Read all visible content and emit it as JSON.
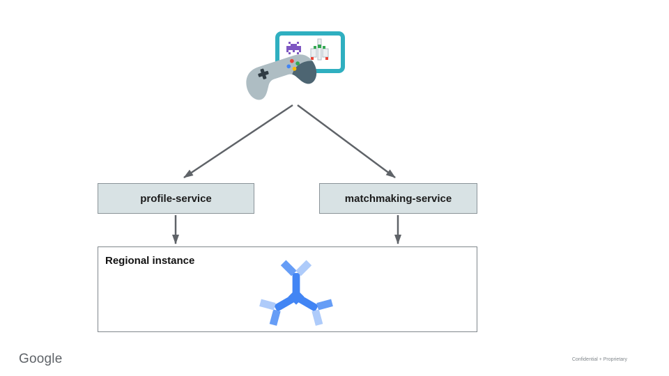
{
  "client": {
    "icon": "gamepad-with-game-screen",
    "screen_sprites": [
      "space-invader",
      "galaga-ship"
    ]
  },
  "services": [
    {
      "label": "profile-service"
    },
    {
      "label": "matchmaking-service"
    }
  ],
  "regional": {
    "label": "Regional instance",
    "icon": "cloud-spanner-icon"
  },
  "footer": {
    "logo_text": "Google",
    "confidential_text": "Confidential + Proprietary"
  },
  "colors": {
    "service_box_fill": "#d8e2e4",
    "service_box_border": "#8a9398",
    "regional_box_border": "#7f868b",
    "arrow": "#5f6368",
    "screen_teal": "#2fafc0",
    "controller_gray": "#aebdc3",
    "controller_dark": "#4d6572",
    "invader_purple": "#7e57c2",
    "spanner_primary": "#4285f4",
    "spanner_medium": "#669df6",
    "spanner_light": "#aecbfa",
    "google_blue": "#4285f4",
    "google_red": "#ea4335",
    "google_yellow": "#fbbc04",
    "google_green": "#34a853"
  }
}
